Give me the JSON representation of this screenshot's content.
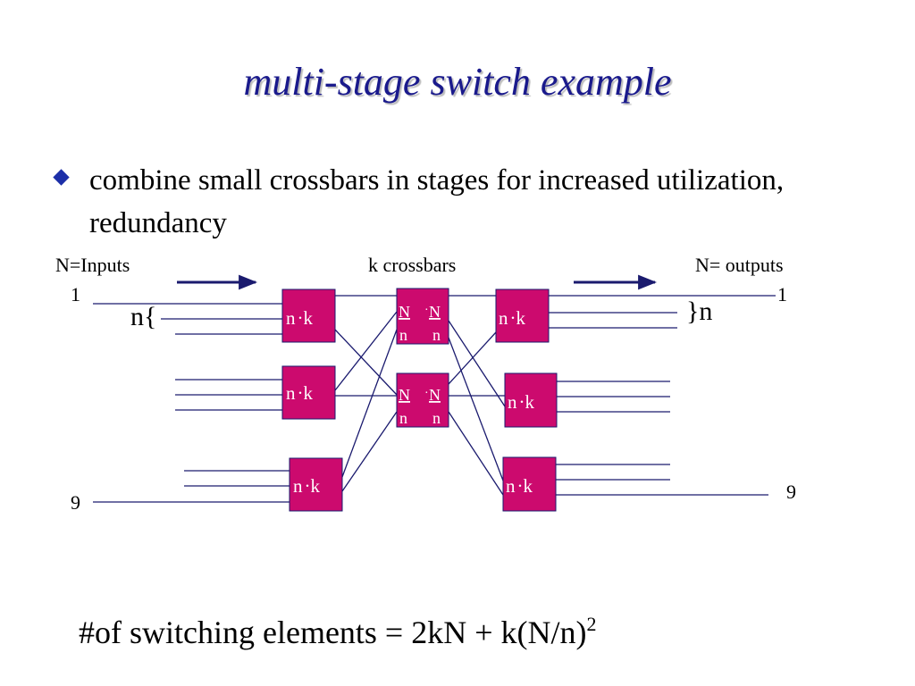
{
  "slide": {
    "title": "multi-stage switch example",
    "bullet": "combine small crossbars in stages for increased utilization, redundancy",
    "formula_main": "#of switching elements = 2kN + k(N/n)",
    "formula_exp": "2"
  },
  "diagram": {
    "label_inputs": "N=Inputs",
    "label_crossbars": "k crossbars",
    "label_outputs": "N= outputs",
    "input_first": "1",
    "input_last": "9",
    "output_first": "1",
    "output_last": "9",
    "group_left": "n{",
    "group_right": "}n",
    "stage_box": {
      "n": "n",
      "dot": "·",
      "k": "k"
    },
    "middle_box": {
      "N": "N",
      "dot": "·",
      "n": "n"
    },
    "colors": {
      "box_fill": "#cc0a6e",
      "box_text": "#ffffff",
      "line": "#1a1a6e",
      "middle_text": "#ffffff"
    }
  }
}
